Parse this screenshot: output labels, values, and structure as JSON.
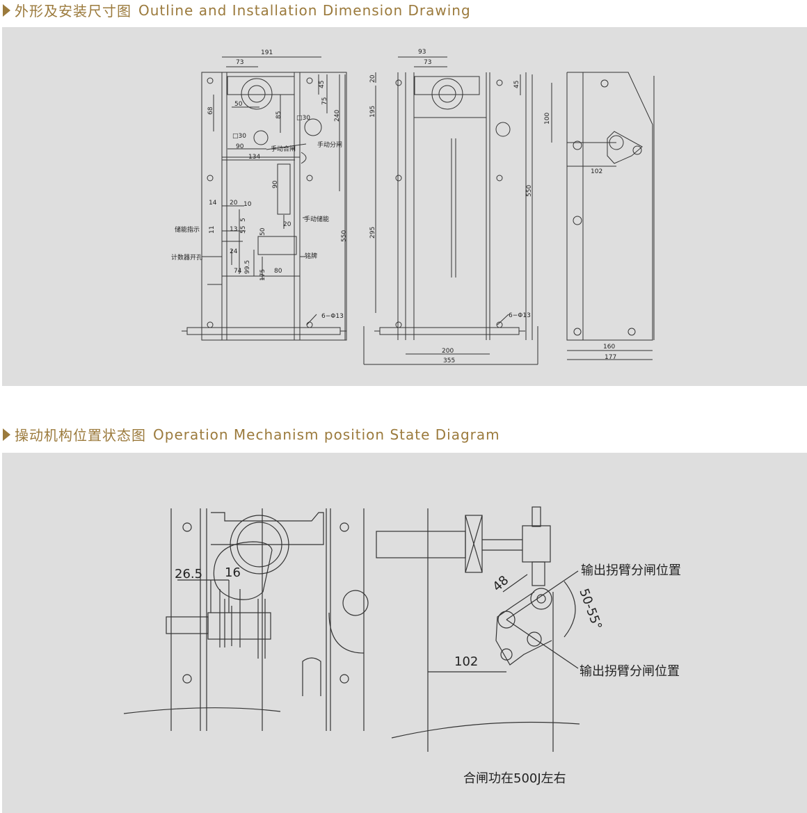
{
  "sections": {
    "outline": {
      "title_cn": "外形及安装尺寸图",
      "title_en": "Outline and Installation Dimension Drawing"
    },
    "operation": {
      "title_cn": "操动机构位置状态图",
      "title_en": "Operation Mechanism position State Diagram"
    }
  },
  "colors": {
    "title": "#9b7a3c",
    "panel": "#dedede",
    "line": "#333333"
  },
  "front_view": {
    "d191": "191",
    "d73": "73",
    "d45": "45",
    "d75": "75",
    "d240": "240",
    "d68": "68",
    "d50": "50",
    "d85": "85",
    "d30a": "□30",
    "d30b": "□30",
    "d90a": "90",
    "d134": "134",
    "d90b": "90",
    "d14": "14",
    "d20a": "20",
    "d10": "10",
    "d11": "11",
    "d13": "13",
    "d55": "55",
    "d5": "5",
    "d50b": "50",
    "d20b": "20",
    "d24": "24",
    "d74": "74",
    "d99": "99.5",
    "d175": "175",
    "d80": "80",
    "d550": "550",
    "d6": "6−Φ13",
    "manual_close": "手动合闸",
    "manual_open": "手动分闸",
    "manual_charge": "手动储能",
    "charge_ind": "储能指示",
    "counter_hole": "计数器开孔",
    "nameplate": "铭牌"
  },
  "side_view": {
    "d93": "93",
    "d73": "73",
    "d20": "20",
    "d45": "45",
    "d195": "195",
    "d295": "295",
    "d550": "550",
    "d6": "6−Φ13",
    "d200": "200",
    "d355": "355"
  },
  "right_view": {
    "d100": "100",
    "d102": "102",
    "d160": "160",
    "d177": "177"
  },
  "mechanism": {
    "d26": "26.5",
    "d16": "16",
    "d48": "48",
    "angle": "50-55°",
    "d102": "102",
    "label_top": "输出拐臂分闸位置",
    "label_bottom": "输出拐臂分闸位置",
    "note": "合闸功在500J左右"
  }
}
